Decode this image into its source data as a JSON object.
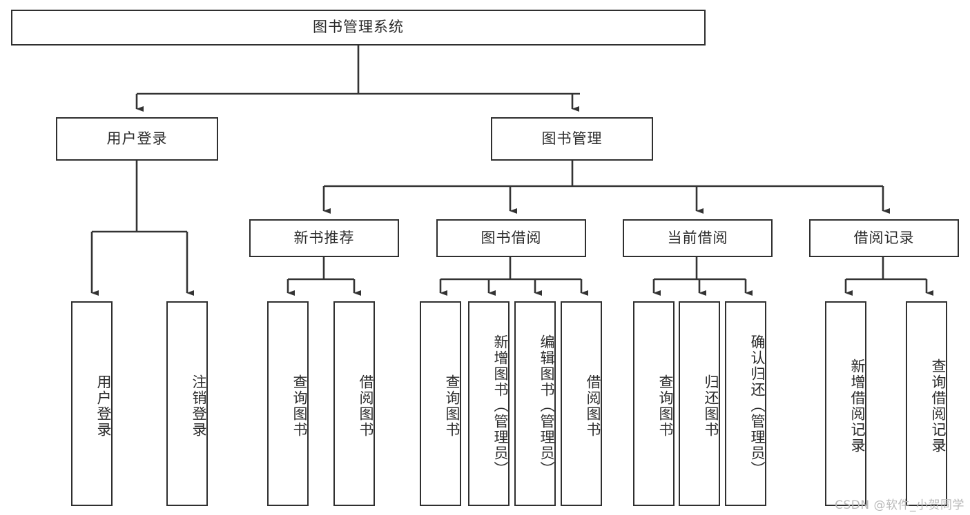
{
  "diagram": {
    "title": "图书管理系统",
    "type": "tree-hierarchy",
    "watermark": "CSDN @软件_小贺同学",
    "colors": {
      "box_border": "#2f2f2f",
      "box_fill": "#ffffff",
      "line": "#333333",
      "text": "#2b2b2b",
      "watermark": "#b9b9b9"
    },
    "nodes": {
      "root": "图书管理系统",
      "level2": [
        "用户登录",
        "图书管理"
      ],
      "level3": [
        "新书推荐",
        "图书借阅",
        "当前借阅",
        "借阅记录"
      ],
      "leaves": {
        "user_login": [
          "用户登录",
          "注销登录"
        ],
        "new_book_recommend": [
          "查询图书",
          "借阅图书"
        ],
        "book_borrow": [
          "查询图书",
          "新增图书（管理员）",
          "编辑图书（管理员）",
          "借阅图书"
        ],
        "current_borrow": [
          "查询图书",
          "归还图书",
          "确认归还（管理员）"
        ],
        "borrow_record": [
          "新增借阅记录",
          "查询借阅记录"
        ]
      }
    }
  }
}
